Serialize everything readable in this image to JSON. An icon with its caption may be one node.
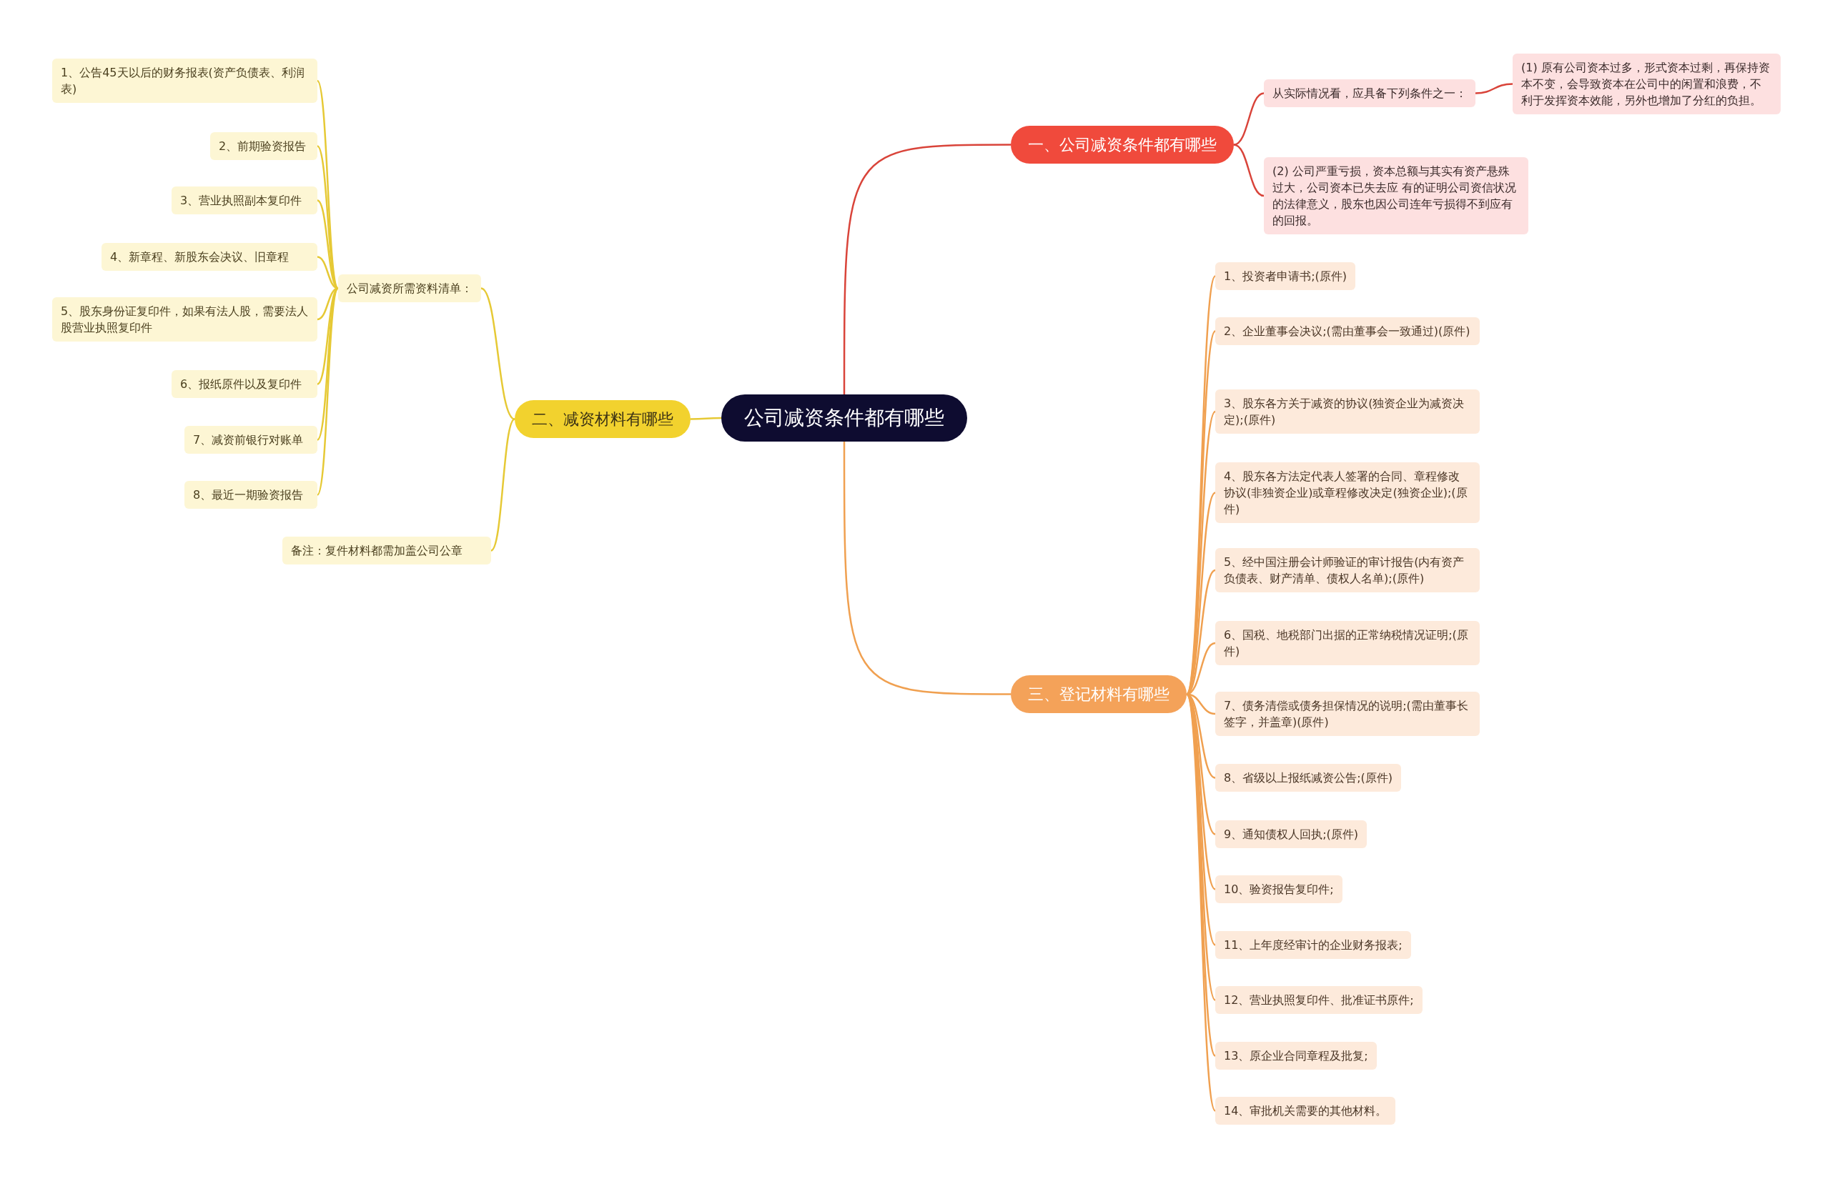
{
  "diagram": {
    "nodes": [
      {
        "text": [
          "公司减资条件都有哪些"
        ]
      },
      {
        "text": [
          "一、公司减资条件都有哪些"
        ]
      },
      {
        "text": [
          "从实际情况看，应具备下列条件之一："
        ]
      },
      {
        "text": [
          "(1) 原有公司资本过多，形式资本过剩，再保持资本不变，会导致资本在公司中的闲置和浪费，不利于发挥资本效能，另外也增加了分红的负担。"
        ]
      },
      {
        "text": [
          "(2) 公司严重亏损，资本总额与其实有资产悬殊过大，公司资本已失去应 有的证明公司资信状况的法律意义，股东也因公司连年亏损得不到应有的回报。"
        ]
      },
      {
        "text": [
          "二、减资材料有哪些"
        ]
      },
      {
        "text": [
          "公司减资所需资料清单："
        ]
      },
      {
        "text": [
          "1、公告45天以后的财务报表(资产负债表、利润表)"
        ]
      },
      {
        "text": [
          "2、前期验资报告"
        ]
      },
      {
        "text": [
          "3、营业执照副本复印件"
        ]
      },
      {
        "text": [
          "4、新章程、新股东会决议、旧章程"
        ]
      },
      {
        "text": [
          "5、股东身份证复印件，如果有法人股，需要法人股营业执照复印件"
        ]
      },
      {
        "text": [
          "6、报纸原件以及复印件"
        ]
      },
      {
        "text": [
          "7、减资前银行对账单"
        ]
      },
      {
        "text": [
          "8、最近一期验资报告"
        ]
      },
      {
        "text": [
          "备注：复件材料都需加盖公司公章"
        ]
      },
      {
        "text": [
          "三、登记材料有哪些"
        ]
      },
      {
        "text": [
          "1、投资者申请书;(原件)"
        ]
      },
      {
        "text": [
          "2、企业董事会决议;(需由董事会一致通过)(原件)"
        ]
      },
      {
        "text": [
          "3、股东各方关于减资的协议(独资企业为减资决定);(原件)"
        ]
      },
      {
        "text": [
          "4、股东各方法定代表人签署的合同、章程修改协议(非独资企业)或章程修改决定(独资企业);(原件)"
        ]
      },
      {
        "text": [
          "5、经中国注册会计师验证的审计报告(内有资产负债表、财产清单、债权人名单);(原件)"
        ]
      },
      {
        "text": [
          "6、国税、地税部门出据的正常纳税情况证明;(原件)"
        ]
      },
      {
        "text": [
          "7、债务清偿或债务担保情况的说明;(需由董事长签字，并盖章)(原件)"
        ]
      },
      {
        "text": [
          "8、省级以上报纸减资公告;(原件)"
        ]
      },
      {
        "text": [
          "9、通知债权人回执;(原件)"
        ]
      },
      {
        "text": [
          "10、验资报告复印件;"
        ]
      },
      {
        "text": [
          "11、上年度经审计的企业财务报表;"
        ]
      },
      {
        "text": [
          "12、营业执照复印件、批准证书原件;"
        ]
      },
      {
        "text": [
          "13、原企业合同章程及批复;"
        ]
      },
      {
        "text": [
          "14、审批机关需要的其他材料。"
        ]
      }
    ],
    "edges": [
      {
        "from": 0,
        "to": 1,
        "arrow": "none",
        "color": "#d9443a"
      },
      {
        "from": 1,
        "to": 2,
        "arrow": "none",
        "color": "#d9443a"
      },
      {
        "from": 2,
        "to": 3,
        "arrow": "none",
        "color": "#d9443a"
      },
      {
        "from": 1,
        "to": 4,
        "arrow": "none",
        "color": "#d9443a"
      },
      {
        "from": 0,
        "to": 5,
        "arrow": "none",
        "color": "#e6c935"
      },
      {
        "from": 5,
        "to": 6,
        "arrow": "none",
        "color": "#e6c935"
      },
      {
        "from": 6,
        "to": 7,
        "arrow": "none",
        "color": "#e6c935"
      },
      {
        "from": 6,
        "to": 8,
        "arrow": "none",
        "color": "#e6c935"
      },
      {
        "from": 6,
        "to": 9,
        "arrow": "none",
        "color": "#e6c935"
      },
      {
        "from": 6,
        "to": 10,
        "arrow": "none",
        "color": "#e6c935"
      },
      {
        "from": 6,
        "to": 11,
        "arrow": "none",
        "color": "#e6c935"
      },
      {
        "from": 6,
        "to": 12,
        "arrow": "none",
        "color": "#e6c935"
      },
      {
        "from": 6,
        "to": 13,
        "arrow": "none",
        "color": "#e6c935"
      },
      {
        "from": 6,
        "to": 14,
        "arrow": "none",
        "color": "#e6c935"
      },
      {
        "from": 5,
        "to": 15,
        "arrow": "none",
        "color": "#e6c935"
      },
      {
        "from": 0,
        "to": 16,
        "arrow": "none"
      },
      {
        "from": 16,
        "to": 17,
        "arrow": "none"
      },
      {
        "from": 16,
        "to": 18,
        "arrow": "none"
      },
      {
        "from": 16,
        "to": 19,
        "arrow": "none"
      },
      {
        "from": 16,
        "to": 20,
        "arrow": "none"
      },
      {
        "from": 16,
        "to": 21,
        "arrow": "none"
      },
      {
        "from": 16,
        "to": 22,
        "arrow": "none"
      },
      {
        "from": 16,
        "to": 23,
        "arrow": "none"
      },
      {
        "from": 16,
        "to": 24,
        "arrow": "none"
      },
      {
        "from": 16,
        "to": 25,
        "arrow": "none"
      },
      {
        "from": 16,
        "to": 26,
        "arrow": "none"
      },
      {
        "from": 16,
        "to": 27,
        "arrow": "none"
      },
      {
        "from": 16,
        "to": 28,
        "arrow": "none"
      },
      {
        "from": 16,
        "to": 29,
        "arrow": "none"
      },
      {
        "from": 16,
        "to": 30,
        "arrow": "none"
      }
    ]
  }
}
